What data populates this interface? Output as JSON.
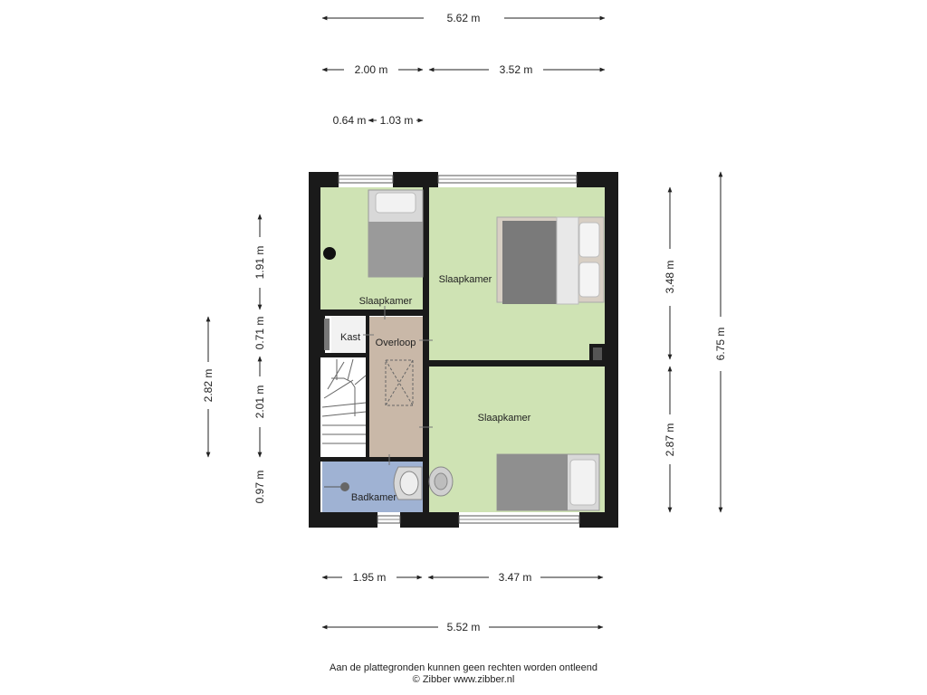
{
  "rooms": {
    "slaapkamer_nw": "Slaapkamer",
    "slaapkamer_ne": "Slaapkamer",
    "slaapkamer_se": "Slaapkamer",
    "kast": "Kast",
    "overloop": "Overloop",
    "badkamer": "Badkamer"
  },
  "dimensions": {
    "top_total": "5.62 m",
    "top_left": "2.00 m",
    "top_right": "3.52 m",
    "top_small_a": "0.64 m",
    "top_small_b": "1.03 m",
    "bottom_left": "1.95 m",
    "bottom_right": "3.47 m",
    "bottom_total": "5.52 m",
    "left_outer": "2.82 m",
    "left_top": "1.91 m",
    "left_mid": "0.71 m",
    "left_low": "2.01 m",
    "left_bottom": "0.97 m",
    "right_top": "3.48 m",
    "right_bottom": "2.87 m",
    "right_total": "6.75 m"
  },
  "footer": {
    "disclaimer": "Aan de plattegronden kunnen geen rechten worden ontleend",
    "copyright": "© Zibber www.zibber.nl"
  },
  "colors": {
    "bedroom": "#cfe3b4",
    "landing": "#c9b8a8",
    "bathroom": "#9fb2d3",
    "wall": "#1a1a1a"
  }
}
